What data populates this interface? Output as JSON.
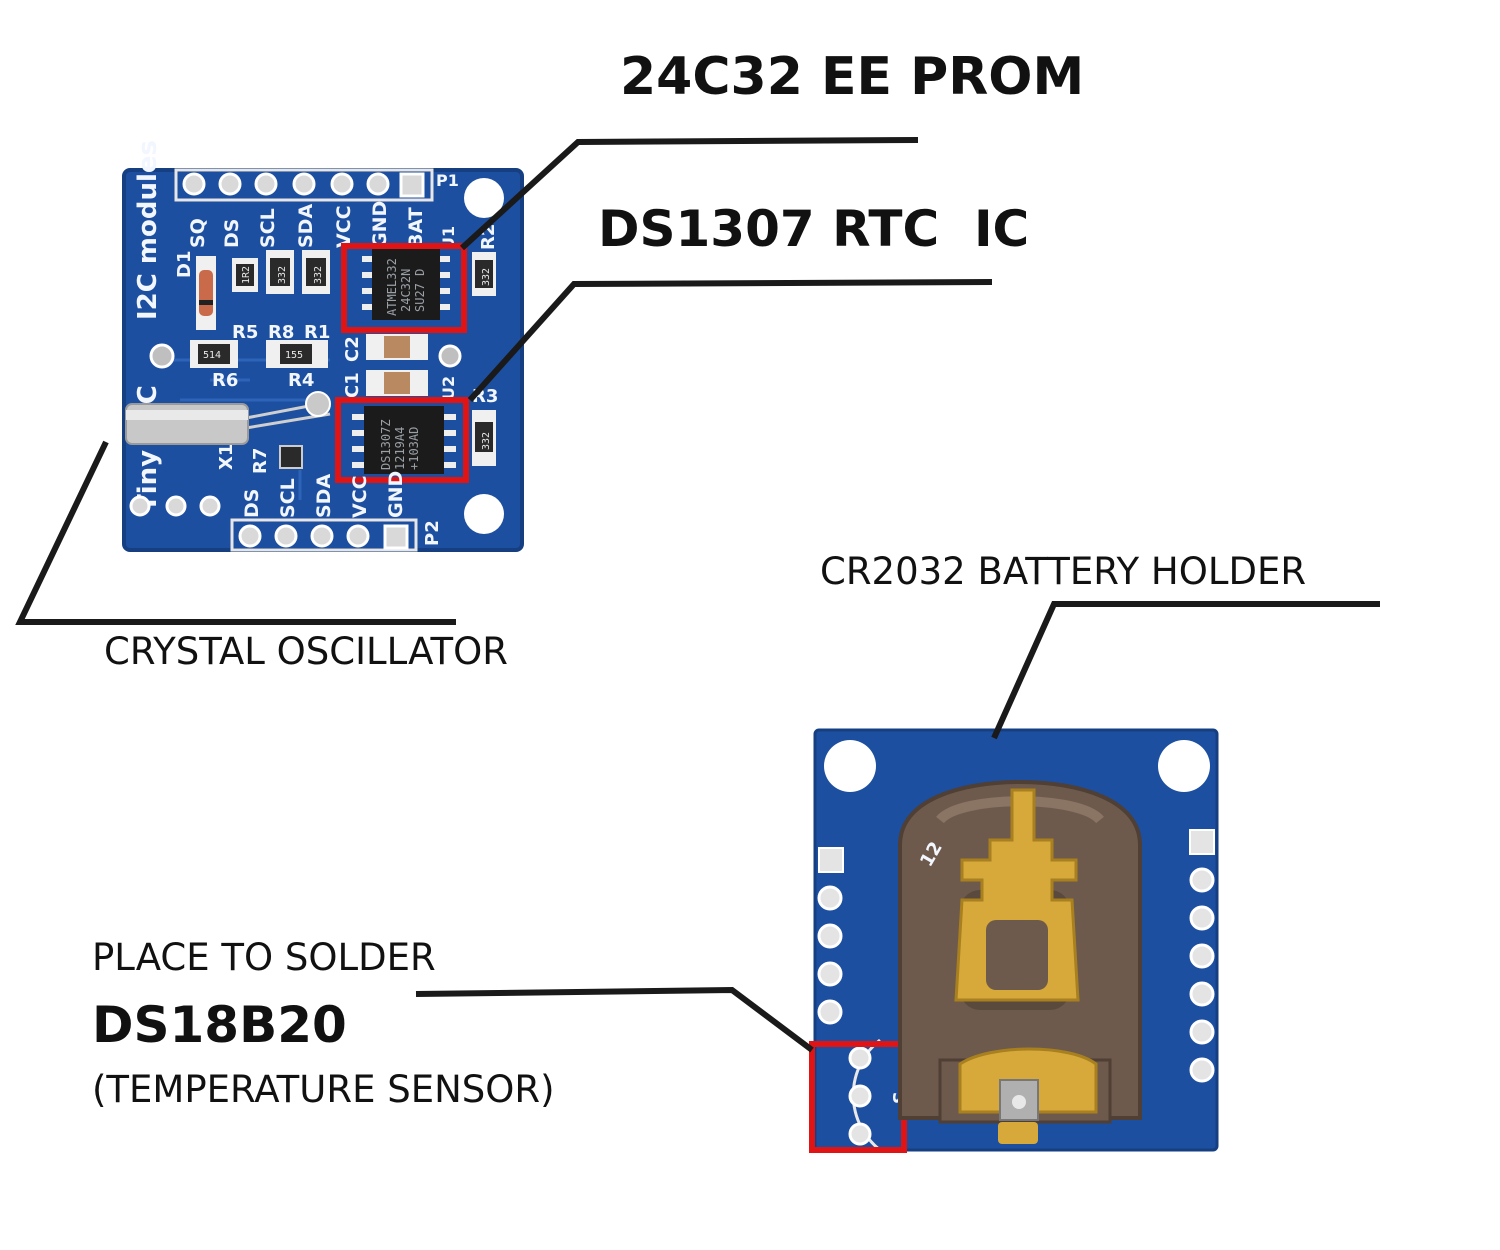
{
  "callouts": {
    "eeprom": "24C32 EE PROM",
    "rtc_ic": "DS1307 RTC  IC",
    "crystal": "CRYSTAL OSCILLATOR",
    "battery_holder": "CR2032 BATTERY HOLDER",
    "sensor_line1": "PLACE TO SOLDER",
    "sensor_line2": "DS18B20",
    "sensor_line3": "(TEMPERATURE SENSOR)"
  },
  "front_board": {
    "title_line1": "I2C modules",
    "title_line2": "Tiny RTC",
    "top_pin_labels": [
      "SQ",
      "DS",
      "SCL",
      "SDA",
      "VCC",
      "GND",
      "BAT"
    ],
    "bottom_pin_labels": [
      "DS",
      "SCL",
      "SDA",
      "VCC",
      "GND"
    ],
    "header_top": "P1",
    "header_bottom": "P2",
    "components": [
      "D1",
      "R5",
      "R8",
      "R1",
      "R6",
      "R4",
      "C2",
      "C1",
      "U1",
      "U2",
      "R2",
      "R3",
      "X1",
      "R7"
    ],
    "eeprom_marking": [
      "ATMEL332",
      "24C32N",
      "SU27 D"
    ],
    "rtc_marking": [
      "DS1307Z",
      "1219A4",
      "+103AD"
    ],
    "resistor_codes": [
      "1R2",
      "332",
      "332",
      "514",
      "155",
      "332",
      "332"
    ]
  },
  "back_board": {
    "holder_mark": "12",
    "sensor_mark": "S"
  },
  "colors": {
    "pcb_blue": "#1d4fa0",
    "highlight_red": "#e01414",
    "holder_brown": "#6e5a4c",
    "contact_gold": "#d6a93a"
  }
}
